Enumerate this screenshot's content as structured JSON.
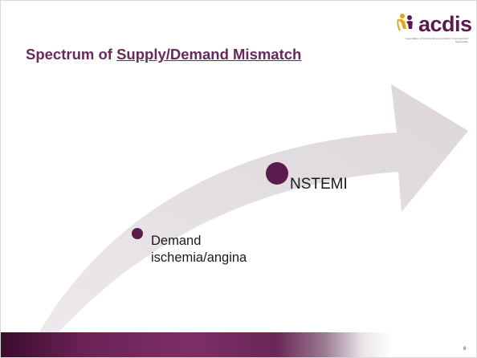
{
  "slide": {
    "title_prefix": "Spectrum of ",
    "title_underlined": "Supply/Demand Mismatch",
    "page_number": "6"
  },
  "logo": {
    "text": "acdis",
    "tagline": "Association of Clinical Documentation Improvement Specialists",
    "brand_color": "#5b1a4e",
    "accent_color": "#e8a317"
  },
  "diagram": {
    "arrow_color": "#e4e0e3",
    "marker_color": "#5a1c4d",
    "points": [
      {
        "label": "NSTEMI"
      },
      {
        "label_line1": "Demand",
        "label_line2": "ischemia/angina"
      }
    ]
  },
  "colors": {
    "title": "#672a5b",
    "footer_dark": "#3b0c2e",
    "footer_mid": "#7c2f66"
  }
}
